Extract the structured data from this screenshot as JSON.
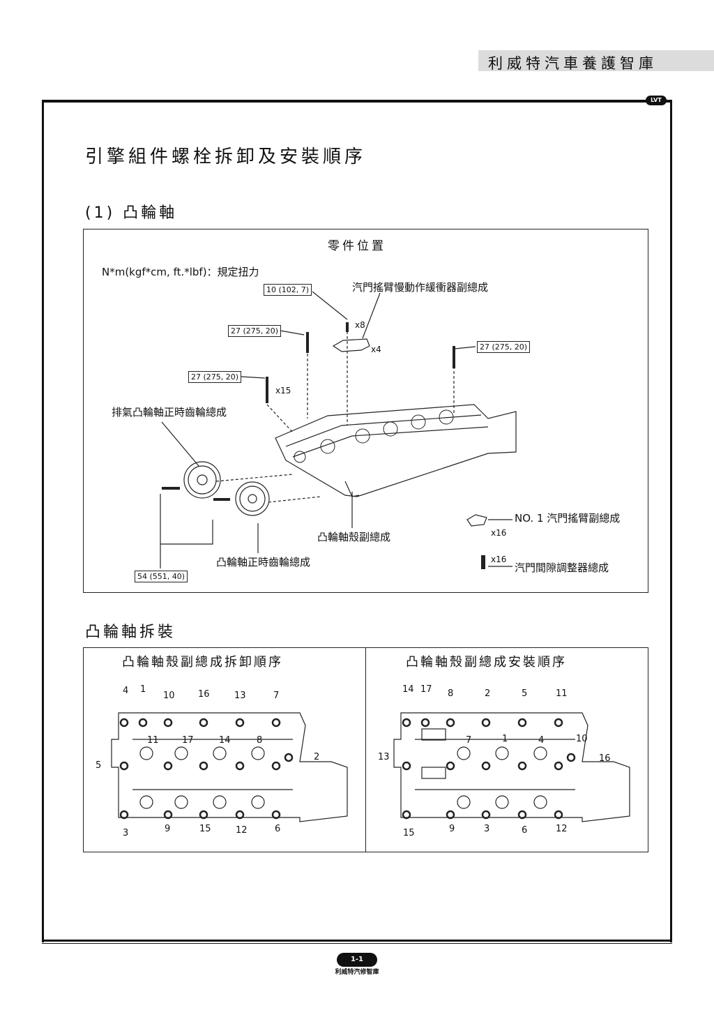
{
  "header": {
    "title": "利威特汽車養護智庫",
    "badge": "LVT"
  },
  "page_title": "引擎組件螺栓拆卸及安裝順序",
  "section1": {
    "heading": "(1) 凸輪軸",
    "box_title": "零件位置",
    "unit_note": "N*m(kgf*cm, ft.*lbf)：規定扭力",
    "torques": [
      "10 (102, 7)",
      "27 (275, 20)",
      "27 (275, 20)",
      "27 (275, 20)",
      "54 (551, 40)"
    ],
    "quantities": [
      "x8",
      "x4",
      "x15",
      "x16",
      "x16"
    ],
    "parts": {
      "buffer": "汽門搖臂慢動作緩衝器副總成",
      "exhaust_sprocket": "排氣凸輪軸正時齒輪總成",
      "camshaft_housing": "凸輪軸殼副總成",
      "cam_sprocket": "凸輪軸正時齒輪總成",
      "rocker_arm": "NO. 1 汽門搖臂副總成",
      "lash_adjuster": "汽門間隙調整器總成"
    }
  },
  "section2": {
    "heading": "凸輪軸拆裝",
    "removal_title": "凸輪軸殼副總成拆卸順序",
    "install_title": "凸輪軸殼副總成安裝順序",
    "removal_numbers": [
      "4",
      "1",
      "10",
      "16",
      "13",
      "7",
      "11",
      "17",
      "14",
      "8",
      "5",
      "2",
      "3",
      "9",
      "15",
      "12",
      "6"
    ],
    "install_numbers": [
      "14",
      "17",
      "8",
      "2",
      "5",
      "11",
      "7",
      "1",
      "4",
      "10",
      "13",
      "16",
      "15",
      "9",
      "3",
      "6",
      "12"
    ]
  },
  "footer": {
    "page": "1-1",
    "text": "利威特汽修智庫"
  }
}
